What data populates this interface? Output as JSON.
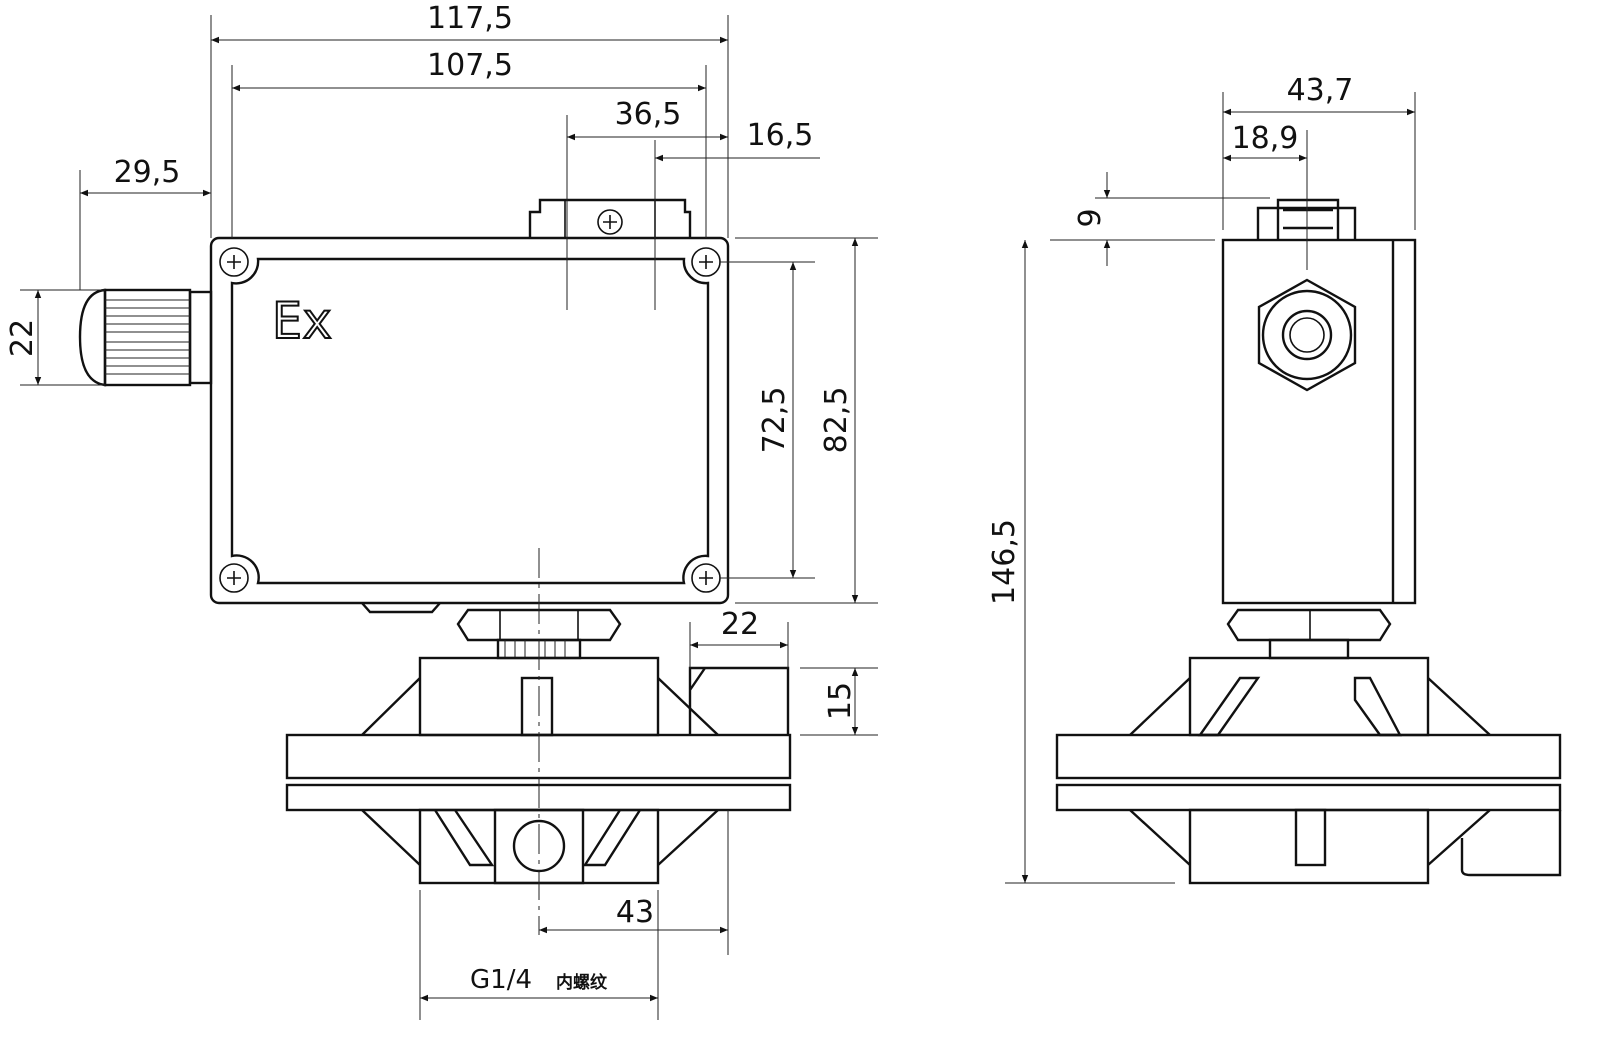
{
  "front_view": {
    "marking": "Ex",
    "dimensions": {
      "overall_width": "117,5",
      "screw_spacing_width": "107,5",
      "bracket_offset": "36,5",
      "bracket_center_offset": "16,5",
      "gland_length": "29,5",
      "gland_diameter": "22",
      "screw_spacing_height": "72,5",
      "box_height": "82,5",
      "tab_width": "22",
      "tab_height": "15",
      "port_offset": "43"
    },
    "thread_label": "G1/4",
    "thread_note": "内螺纹"
  },
  "side_view": {
    "dimensions": {
      "depth": "43,7",
      "fitting_offset": "18,9",
      "fitting_height": "9",
      "overall_height": "146,5"
    }
  }
}
